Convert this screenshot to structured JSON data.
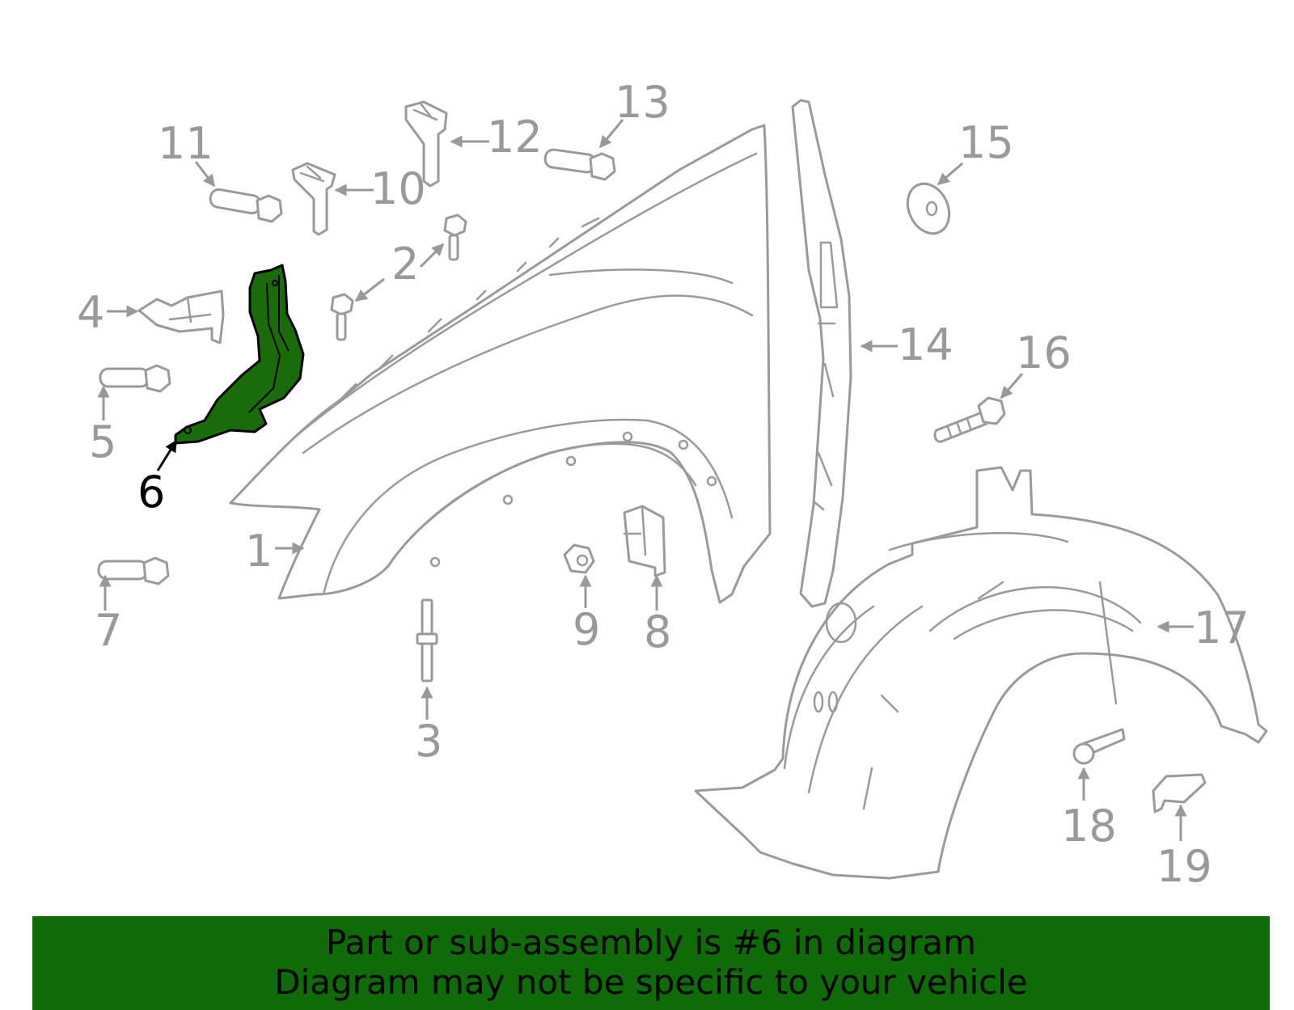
{
  "highlight_color": "#1a6b0a",
  "banner_color": "#0f6b06",
  "callouts": {
    "c1": "1",
    "c2": "2",
    "c3": "3",
    "c4": "4",
    "c5": "5",
    "c6": "6",
    "c7": "7",
    "c8": "8",
    "c9": "9",
    "c10": "10",
    "c11": "11",
    "c12": "12",
    "c13": "13",
    "c14": "14",
    "c15": "15",
    "c16": "16",
    "c17": "17",
    "c18": "18",
    "c19": "19"
  },
  "highlighted_part": "6",
  "banner": {
    "line1": "Part or sub-assembly is #6 in diagram",
    "line2": "Diagram may not be specific to your vehicle"
  }
}
